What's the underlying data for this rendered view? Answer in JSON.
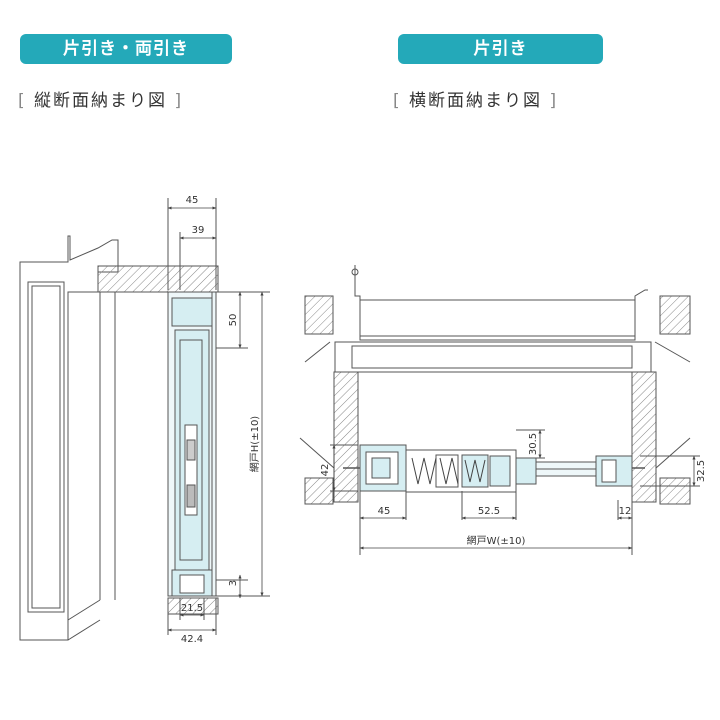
{
  "left": {
    "badge": "片引き・両引き",
    "subtitle": "縦断面納まり図",
    "bracket_open": "[",
    "bracket_close": "]",
    "dims": {
      "top_outer": "45",
      "top_inner": "39",
      "height_upper": "50",
      "height_total": "網戸H(±10)",
      "height_lower": "3",
      "bottom_inner": "21.5",
      "bottom_outer": "42.4"
    }
  },
  "right": {
    "badge": "片引き",
    "subtitle": "横断面納まり図",
    "bracket_open": "[",
    "bracket_close": "]",
    "dims": {
      "left_height": "42",
      "left_width": "45",
      "mid_height": "30.5",
      "mid_width": "52.5",
      "right_height": "32.5",
      "right_width": "12",
      "total_width": "網戸W(±10)"
    }
  },
  "colors": {
    "badge": "#24a9b9",
    "screen_fill": "#d6eef2",
    "line": "#555555"
  }
}
